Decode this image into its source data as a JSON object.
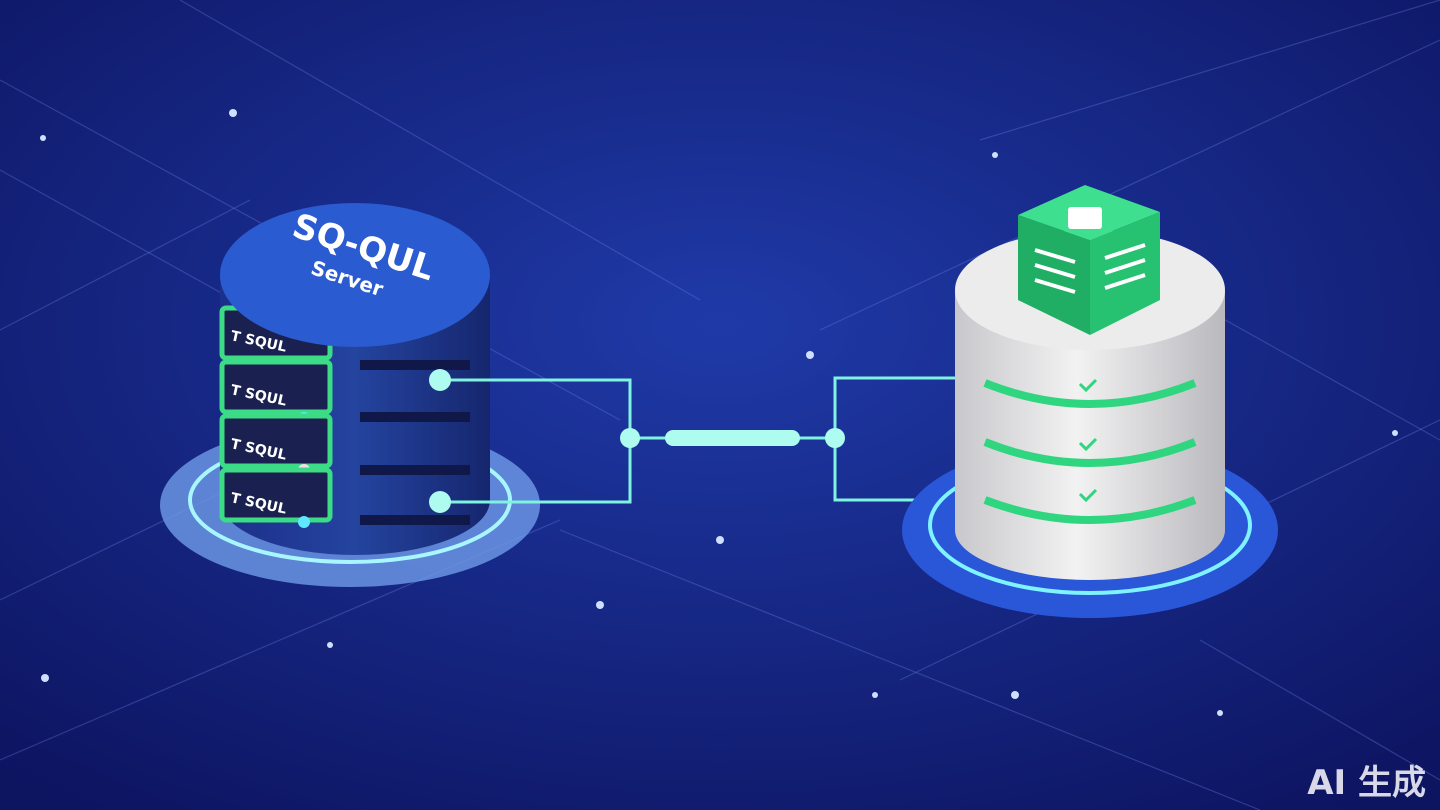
{
  "source_db": {
    "title": "SQ-QUL",
    "subtitle": "Server",
    "rack_labels": [
      "T SQUL",
      "T SQUL",
      "T SQUL",
      "T SQUL"
    ]
  },
  "watermark": "AI 生成",
  "colors": {
    "background": "#13207a",
    "source_db": "#2b5bd0",
    "accent_green": "#2fd67f",
    "connector": "#7ff3e0",
    "target_db": "#e6e6e6"
  }
}
